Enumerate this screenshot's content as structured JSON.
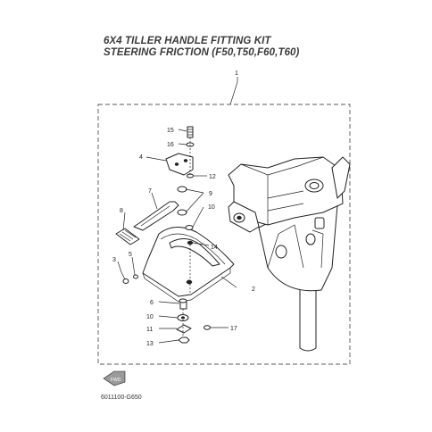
{
  "title_line1": "6X4 TILLER HANDLE FITTING KIT",
  "title_line2": "STEERING FRICTION (F50,T50,F60,T60)",
  "drawing_code": "6011100-G650",
  "fwd_label": "FWD",
  "callouts": [
    {
      "id": "c1",
      "label": "1"
    },
    {
      "id": "c2",
      "label": "2"
    },
    {
      "id": "c3",
      "label": "3"
    },
    {
      "id": "c4",
      "label": "4"
    },
    {
      "id": "c5",
      "label": "5"
    },
    {
      "id": "c6",
      "label": "6"
    },
    {
      "id": "c7",
      "label": "7"
    },
    {
      "id": "c8",
      "label": "8"
    },
    {
      "id": "c9",
      "label": "9"
    },
    {
      "id": "c10a",
      "label": "10"
    },
    {
      "id": "c10b",
      "label": "10"
    },
    {
      "id": "c11",
      "label": "11"
    },
    {
      "id": "c12",
      "label": "12"
    },
    {
      "id": "c13",
      "label": "13"
    },
    {
      "id": "c14",
      "label": "14"
    },
    {
      "id": "c15",
      "label": "15"
    },
    {
      "id": "c16",
      "label": "16"
    },
    {
      "id": "c17",
      "label": "17"
    }
  ]
}
